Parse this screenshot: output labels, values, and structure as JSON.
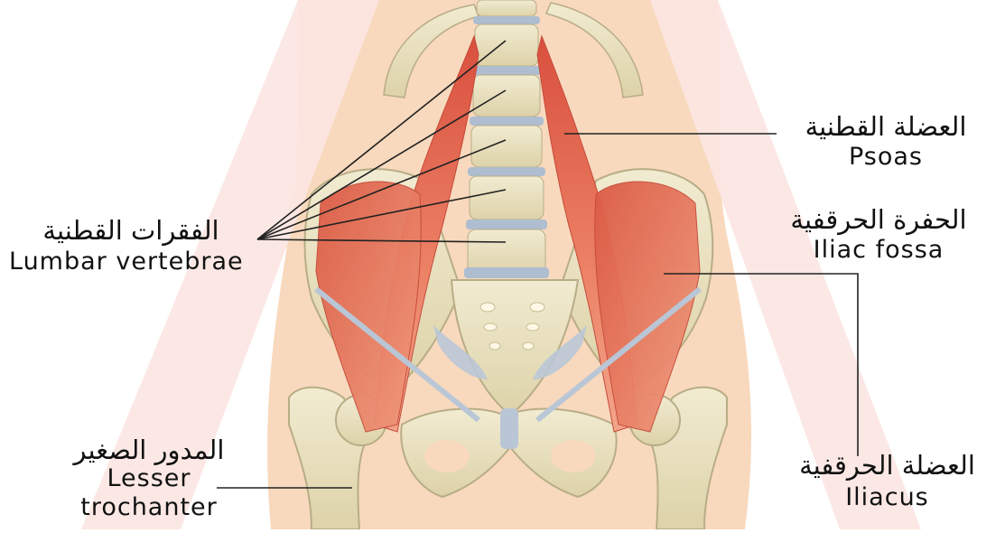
{
  "labels": {
    "psoas": {
      "arabic": "العضلة القطنية",
      "english": "Psoas"
    },
    "lumbar": {
      "arabic": "الفقرات القطنية",
      "english": "Lumbar vertebrae"
    },
    "fossa": {
      "arabic": "الحفرة الحرقفية",
      "english": "Iliac fossa"
    },
    "trochanter": {
      "arabic": "المدور الصغير",
      "english_line1": "Lesser",
      "english_line2": "trochanter"
    },
    "iliacus": {
      "arabic": "العضلة الحرقفية",
      "english": "Iliacus"
    }
  },
  "colors": {
    "background": "#ffffff",
    "skin": "#f8d9bd",
    "watermark": "#fbe9e4",
    "bone": "#e9e1c1",
    "cartilage": "#b9c6d6",
    "muscle": "#e8795f",
    "leader": "#222222"
  }
}
